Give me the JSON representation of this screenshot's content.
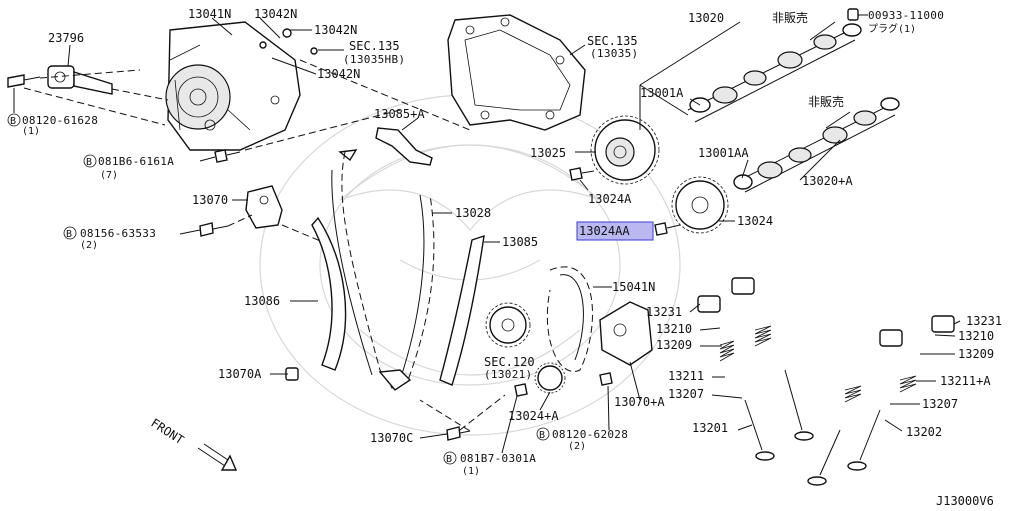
{
  "diagram_code": "J13000V6",
  "front_label": "FRONT",
  "highlighted_part": "13024AA",
  "labels": {
    "p13041N": "13041N",
    "p13042N_a": "13042N",
    "p13042N_b": "13042N",
    "p13042N_c": "13042N",
    "sec135_a": "SEC.135",
    "sec135_a_sub": "(13035HB)",
    "p23796": "23796",
    "b08120_61628": "08120-61628",
    "b08120_61628_q": "(1)",
    "b081B6_6161A": "081B6-6161A",
    "b081B6_6161A_q": "(7)",
    "p13085A": "13085+A",
    "p13070": "13070",
    "b08156_63533": "08156-63533",
    "b08156_63533_q": "(2)",
    "p13028": "13028",
    "p13085": "13085",
    "p13086": "13086",
    "p13070A": "13070A",
    "p13070C": "13070C",
    "b081B7_0301A": "081B7-0301A",
    "b081B7_0301A_q": "(1)",
    "sec120": "SEC.120",
    "sec120_sub": "(13021)",
    "p13024A_plus": "13024+A",
    "b08120_62028": "08120-62028",
    "b08120_62028_q": "(2)",
    "p13070_plus_A": "13070+A",
    "p15041N": "15041N",
    "sec135_b": "SEC.135",
    "sec135_b_sub": "(13035)",
    "p13025": "13025",
    "p13024A": "13024A",
    "p13024AA": "13024AA",
    "p13024": "13024",
    "p13020": "13020",
    "not_sold_a": "非販売",
    "p00933_11000": "00933-11000",
    "plug_q": "プラグ(1)",
    "p13001A": "13001A",
    "not_sold_b": "非販売",
    "p13001AA": "13001AA",
    "p13020_plus_A": "13020+A",
    "p13231_a": "13231",
    "p13210_a": "13210",
    "p13209_a": "13209",
    "p13211": "13211",
    "p13207_a": "13207",
    "p13201": "13201",
    "p13231_b": "13231",
    "p13210_b": "13210",
    "p13209_b": "13209",
    "p13211_plus_A": "13211+A",
    "p13207_b": "13207",
    "p13202": "13202"
  }
}
